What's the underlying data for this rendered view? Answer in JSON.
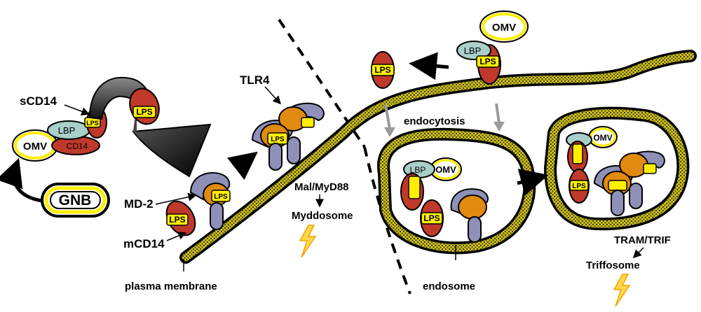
{
  "labels": {
    "scd14": "sCD14",
    "tlr4": "TLR4",
    "md2": "MD-2",
    "mcd14": "mCD14",
    "plasma_membrane": "plasma membrane",
    "endocytosis": "endocytosis",
    "mal_myd88": "Mal/MyD88",
    "myddosome": "Myddosome",
    "endosome": "endosome",
    "tram_trif": "TRAM/TRIF",
    "triffosome": "Triffosome"
  },
  "chips": {
    "lps": "LPS",
    "lbp": "LBP",
    "cd14": "CD14",
    "omv": "OMV",
    "gnb": "GNB"
  },
  "colors": {
    "membrane_yellow": "#c9c11e",
    "membrane_dark": "#1a1a1a",
    "lps_yellow": "#ffee00",
    "cd14_red": "#c0392b",
    "receptor_purple": "#8e90b8",
    "md2_orange": "#e08a10",
    "lbp_teal": "#a9cfc9",
    "arrow_gray": "#9a9a9a",
    "funnel_dark": "#2b2b2b",
    "lightning": "#f5b400"
  },
  "icons": [
    "lightning-bolt-icon",
    "arrow-icon"
  ]
}
